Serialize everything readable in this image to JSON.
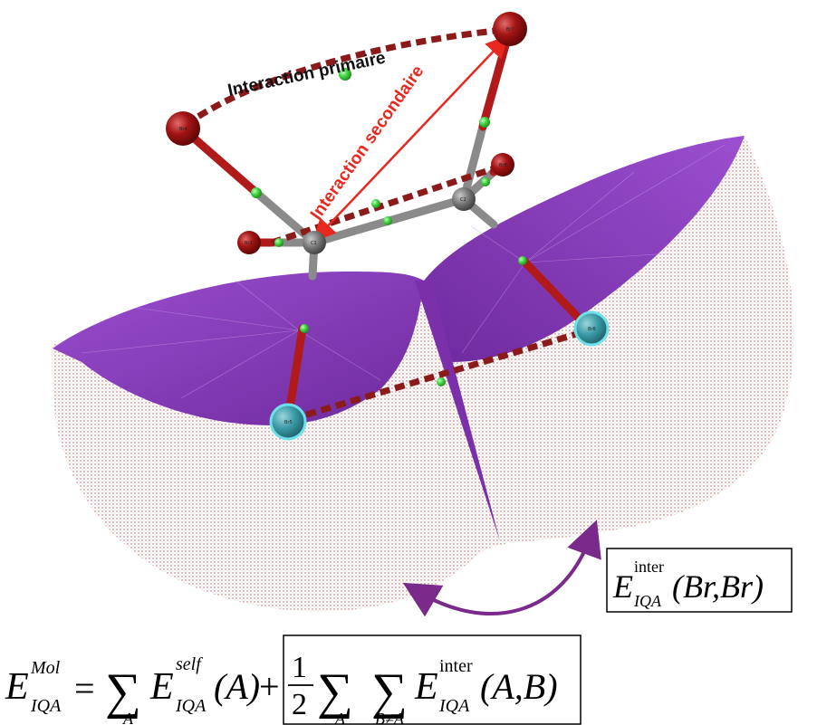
{
  "labels": {
    "primary_interaction": "Interaction primaire",
    "secondary_interaction": "Interaction secondaire"
  },
  "atoms": {
    "br4": "Br4",
    "br7": "Br7",
    "br3": "Br3",
    "br8": "Br8",
    "c1": "C1",
    "c2": "C2",
    "br5": "Br5",
    "br6": "Br6"
  },
  "formula_box": {
    "E": "E",
    "sup": "inter",
    "sub": "IQA",
    "args": "(Br,Br)"
  },
  "equation": {
    "lhs_E": "E",
    "lhs_sup": "Mol",
    "lhs_sub": "IQA",
    "equals": "=",
    "sum1": "∑",
    "sum1_sub": "A",
    "self_E": "E",
    "self_sup": "self",
    "self_sub": "IQA",
    "self_arg": "(A)",
    "plus": "+",
    "half_num": "1",
    "half_den": "2",
    "sum2": "∑",
    "sum2_sub": "A",
    "sum3": "∑",
    "sum3_sub": "B≠A",
    "inter_E": "E",
    "inter_sup": "inter",
    "inter_sub": "IQA",
    "inter_arg": "(A,B)"
  },
  "colors": {
    "bromine": "#a31515",
    "carbon": "#7a7a7a",
    "bond_dashed": "#8b1a1a",
    "critical_point": "#3fd13f",
    "surface": "#8a3fc0",
    "dotted_surface": "#a23a3a",
    "secondary_arrow": "#e8281e",
    "cyan_atom": "#3ab8c4",
    "curved_arrow": "#7a2a8a"
  }
}
